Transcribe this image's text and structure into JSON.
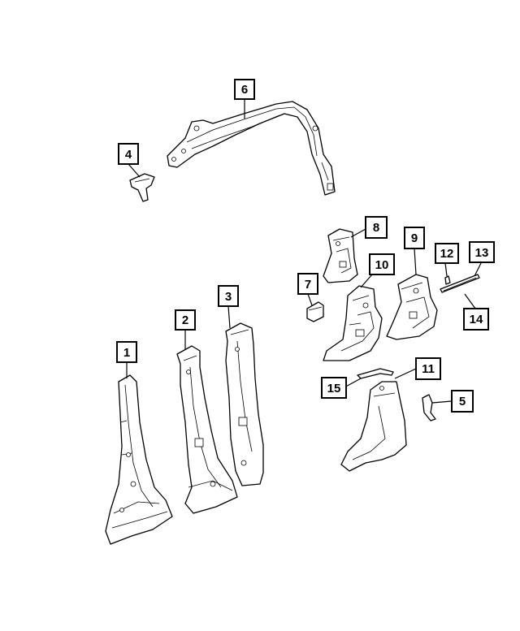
{
  "callouts": [
    {
      "id": "callout-1",
      "label": "1"
    },
    {
      "id": "callout-2",
      "label": "2"
    },
    {
      "id": "callout-3",
      "label": "3"
    },
    {
      "id": "callout-4",
      "label": "4"
    },
    {
      "id": "callout-5",
      "label": "5"
    },
    {
      "id": "callout-6",
      "label": "6"
    },
    {
      "id": "callout-7",
      "label": "7"
    },
    {
      "id": "callout-8",
      "label": "8"
    },
    {
      "id": "callout-9",
      "label": "9"
    },
    {
      "id": "callout-10",
      "label": "10"
    },
    {
      "id": "callout-11",
      "label": "11"
    },
    {
      "id": "callout-12",
      "label": "12"
    },
    {
      "id": "callout-13",
      "label": "13"
    },
    {
      "id": "callout-14",
      "label": "14"
    },
    {
      "id": "callout-15",
      "label": "15"
    }
  ],
  "colors": {
    "line": "#000000",
    "fill": "#ffffff"
  }
}
